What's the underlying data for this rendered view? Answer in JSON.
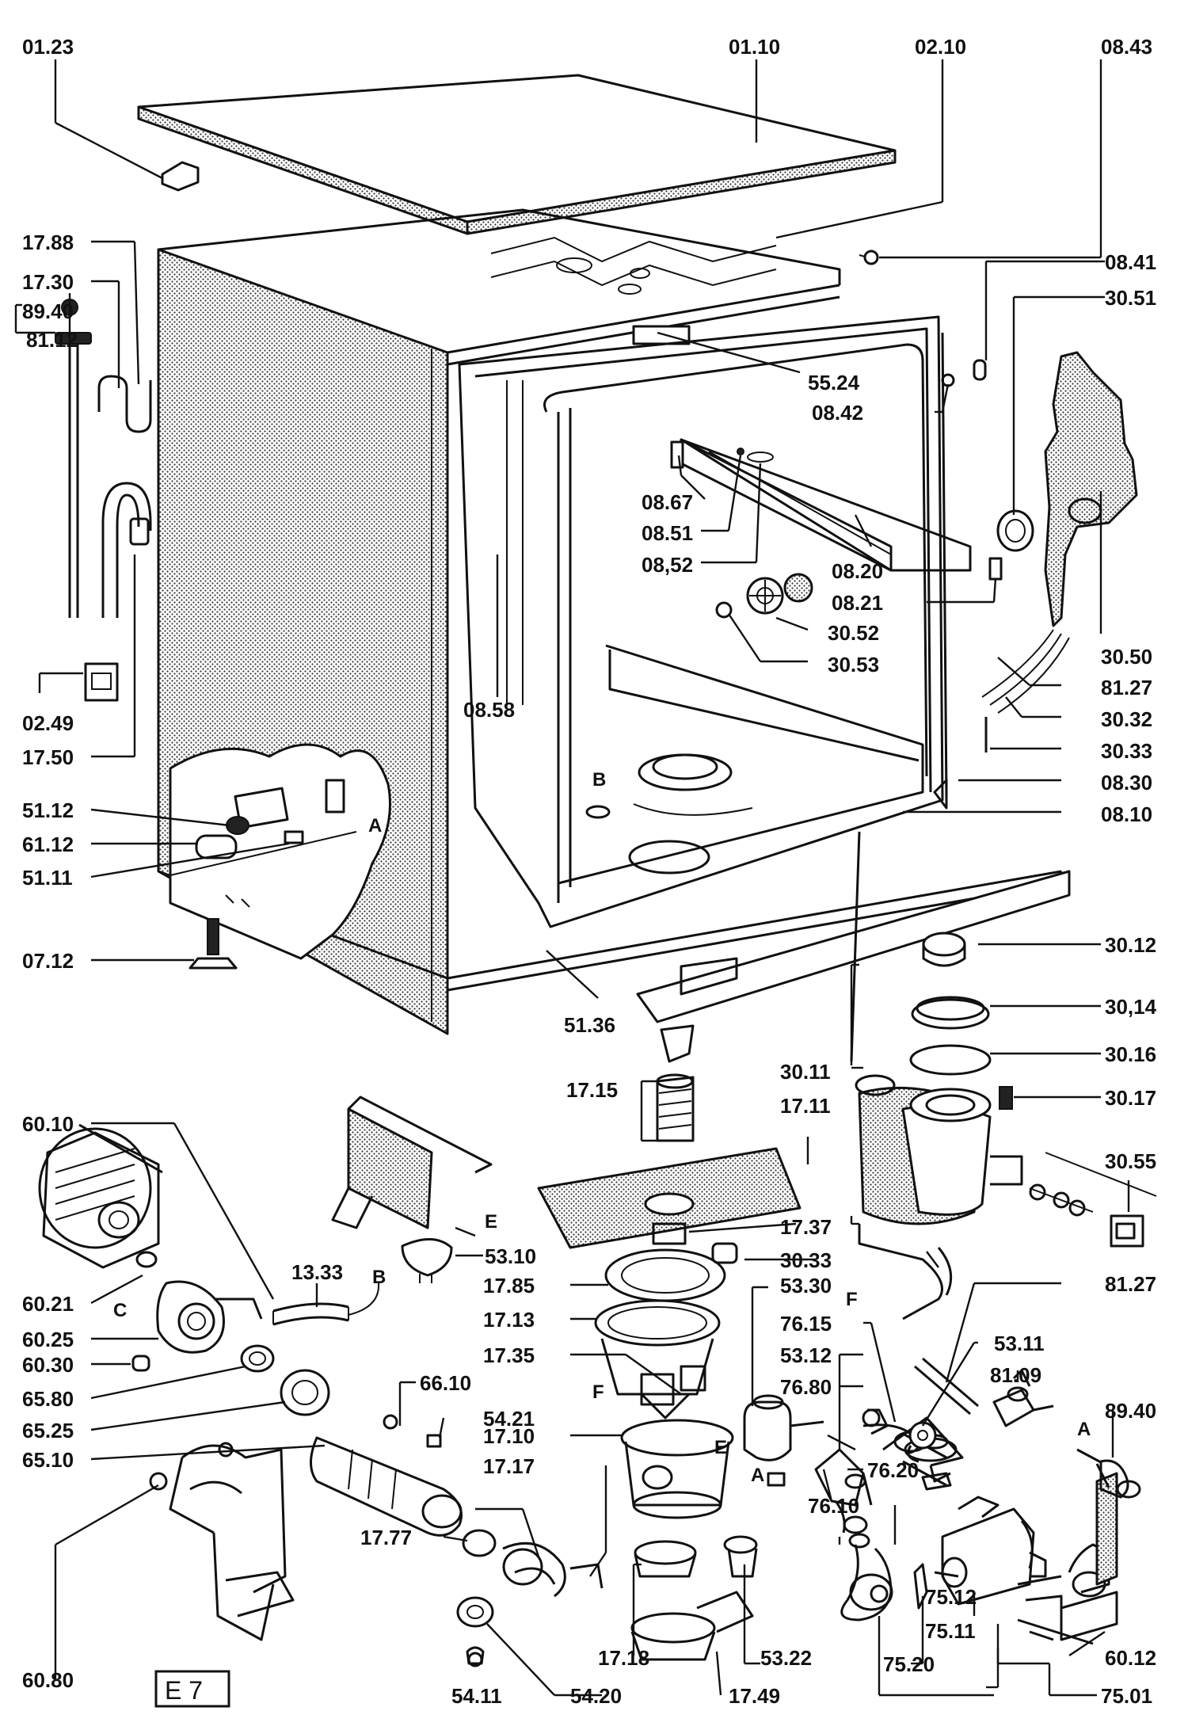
{
  "labels": {
    "p0123": "01.23",
    "p0110": "01.10",
    "p0210": "02.10",
    "p0843": "08.43",
    "p1788": "17.88",
    "p1730": "17.30",
    "p8940a": "89.40",
    "p8112": "81.12",
    "p0841": "08.41",
    "p3051": "30.51",
    "p5524": "55.24",
    "p0842": "08.42",
    "p0867": "08.67",
    "p0851": "08.51",
    "p0852": "08,52",
    "p0820": "08.20",
    "p0821": "08.21",
    "p3052": "30.52",
    "p3053": "30.53",
    "p3050": "30.50",
    "p8127a": "81.27",
    "p3032": "30.32",
    "p3033a": "30.33",
    "p0830": "08.30",
    "p0810": "08.10",
    "p0858": "08.58",
    "p0249": "02.49",
    "p1750": "17.50",
    "p5112": "51.12",
    "p6112": "61.12",
    "p5111": "51.11",
    "p0712": "07.12",
    "p5136": "51.36",
    "p3012": "30.12",
    "p3014": "30,14",
    "p3016": "30.16",
    "p3017": "30.17",
    "p3011": "30.11",
    "p1715": "17.15",
    "p1711": "17.11",
    "p3055": "30.55",
    "p6010": "60.10",
    "p5310": "53.10",
    "p1737": "17.37",
    "p3033b": "30.33",
    "p6021": "60.21",
    "p1333": "13.33",
    "p1785": "17.85",
    "p5330": "53.30",
    "p8127b": "81.27",
    "p6025": "60.25",
    "p1713": "17.13",
    "p7615": "76.15",
    "p6030": "60.30",
    "p1735": "17.35",
    "p5312": "53.12",
    "p5311": "53.11",
    "p6580": "65.80",
    "p6610": "66.10",
    "p7680": "76.80",
    "p8109": "81.09",
    "p6525": "65.25",
    "p5421": "54.21",
    "p8940b": "89.40",
    "p6510": "65.10",
    "p1710": "17.10",
    "p1717": "17.17",
    "p7620": "76.20",
    "p7610": "76.10",
    "p1777": "17.77",
    "p7512": "75.12",
    "p7511": "75.11",
    "p6012": "60.12",
    "p6080": "60.80",
    "p1718": "17.18",
    "p5322": "53.22",
    "p7520": "75.20",
    "p7501": "75.01",
    "p5411": "54.11",
    "p5420": "54.20",
    "p1749": "17.49"
  },
  "connector_letters": {
    "a1": "A",
    "b1": "B",
    "b2": "B",
    "c1": "C",
    "e1": "E",
    "e2": "E",
    "f1": "F",
    "f2": "F",
    "a2": "A",
    "a3": "A"
  },
  "sheet_code": "E 7"
}
